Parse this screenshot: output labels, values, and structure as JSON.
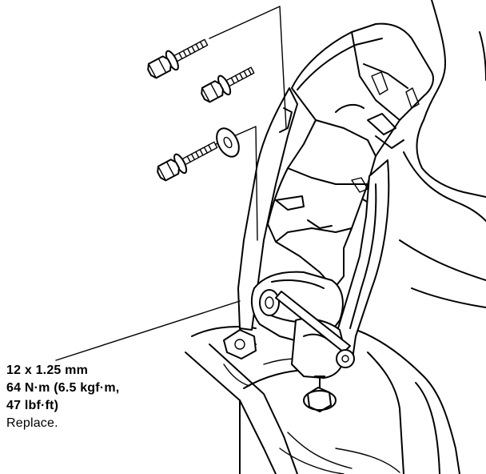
{
  "callout": {
    "line1": "12 x 1.25 mm",
    "line2": "64 N·m (6.5 kgf·m,",
    "line3": "47 lbf·ft)",
    "line4": "Replace."
  },
  "icons": {
    "bolt_1": "flange-bolt-icon",
    "bolt_2": "flange-bolt-icon",
    "bolt_3": "flange-bolt-icon",
    "washer": "washer-icon",
    "through_bolt": "through-bolt-icon"
  },
  "colors": {
    "ink": "#000000",
    "paper": "#ffffff"
  }
}
